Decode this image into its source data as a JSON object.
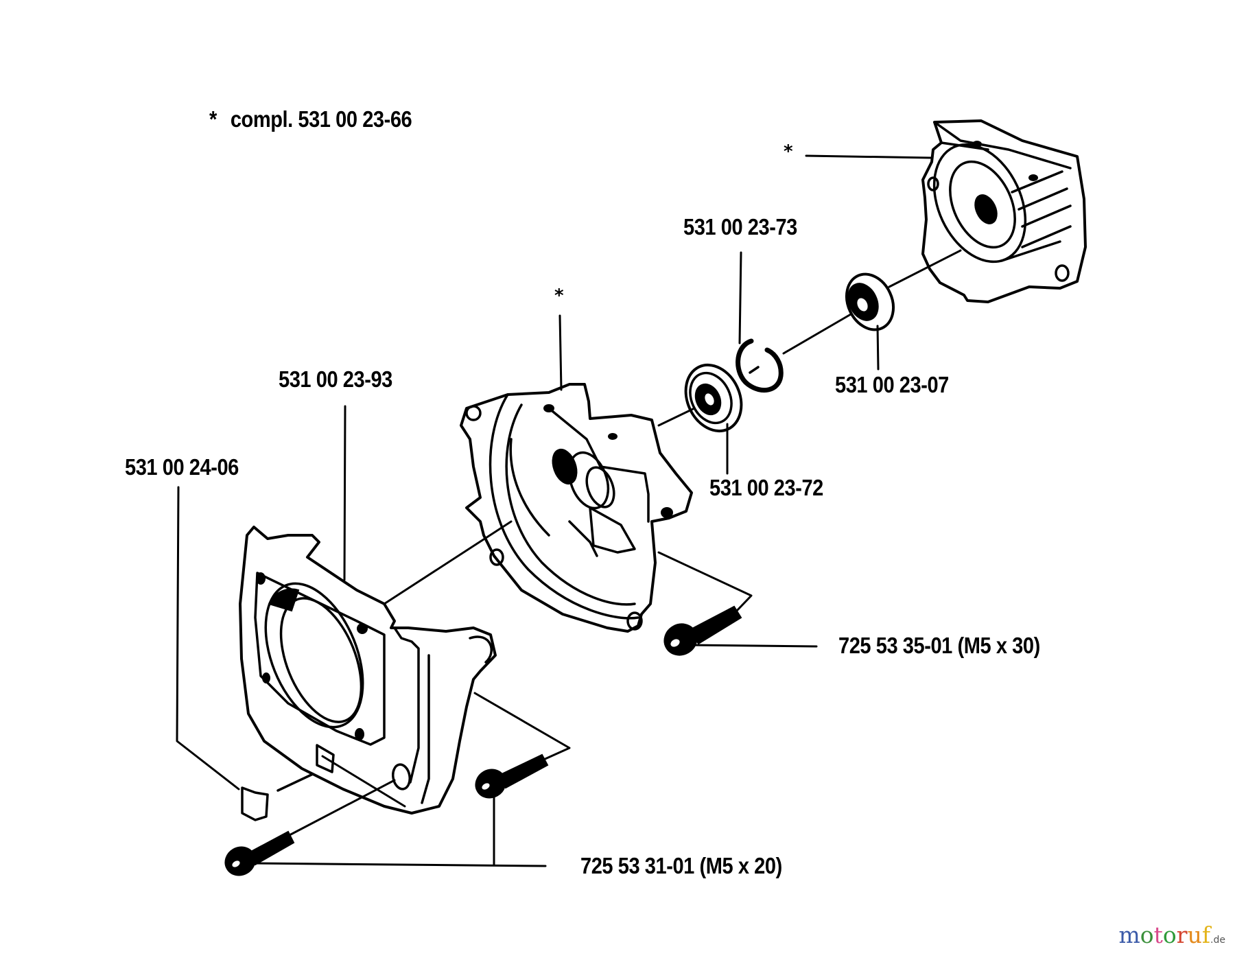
{
  "diagram": {
    "type": "exploded parts diagram",
    "subject": "crankcase assembly",
    "legend_note": {
      "symbol": "*",
      "text": "compl. 531 00 23-66"
    },
    "star_markers": [
      "*",
      "*"
    ],
    "callouts": [
      {
        "id": "crankcase_half_right",
        "label": "*",
        "part": "crankcase half (rear)"
      },
      {
        "id": "crankcase_half_left",
        "label": "*",
        "part": "crankcase half (front)"
      },
      {
        "id": "circlip",
        "label": "531 00 23-73",
        "part": "retaining ring"
      },
      {
        "id": "seal",
        "label": "531 00 23-07",
        "part": "seal ring"
      },
      {
        "id": "bearing",
        "label": "531 00 23-72",
        "part": "ball bearing"
      },
      {
        "id": "fan_housing",
        "label": "531 00 23-93",
        "part": "fan housing"
      },
      {
        "id": "plug",
        "label": "531 00 24-06",
        "part": "plug"
      },
      {
        "id": "screw_m5x30",
        "label": "725 53 35-01 (M5 x 30)",
        "part": "screw"
      },
      {
        "id": "screw_m5x20",
        "label": "725 53 31-01 (M5 x 20)",
        "part": "screw"
      }
    ]
  },
  "watermark": {
    "letters": [
      {
        "ch": "m",
        "color": "#3b5aa8"
      },
      {
        "ch": "o",
        "color": "#3a8f3a"
      },
      {
        "ch": "t",
        "color": "#d94a8c"
      },
      {
        "ch": "o",
        "color": "#2f9b3a"
      },
      {
        "ch": "r",
        "color": "#d4442e"
      },
      {
        "ch": "u",
        "color": "#e48a1c"
      },
      {
        "ch": "f",
        "color": "#e3b41a"
      }
    ],
    "tld": ".de"
  }
}
